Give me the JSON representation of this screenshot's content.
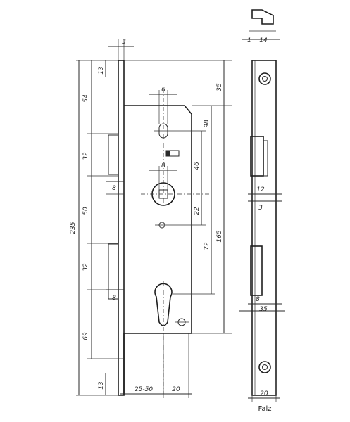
{
  "labels": {
    "top_overhang": "3",
    "top_small": "13",
    "front_height_54": "54",
    "front_32a": "32",
    "front_8a": "8",
    "front_50": "50",
    "front_32b": "32",
    "front_8b": "8",
    "front_69": "69",
    "bottom_13": "13",
    "total_235": "235",
    "right_35": "35",
    "right_98": "98",
    "right_46": "46",
    "right_22": "22",
    "right_72": "72",
    "right_165": "165",
    "follower_6": "6",
    "spindle_8": "8",
    "backset": "25-50",
    "bottom_20": "20",
    "side_1": "1",
    "side_14": "14",
    "side_12": "12",
    "side_3": "3",
    "side_8": "8",
    "side_35": "35",
    "side_20": "20",
    "falz": "Falz"
  }
}
